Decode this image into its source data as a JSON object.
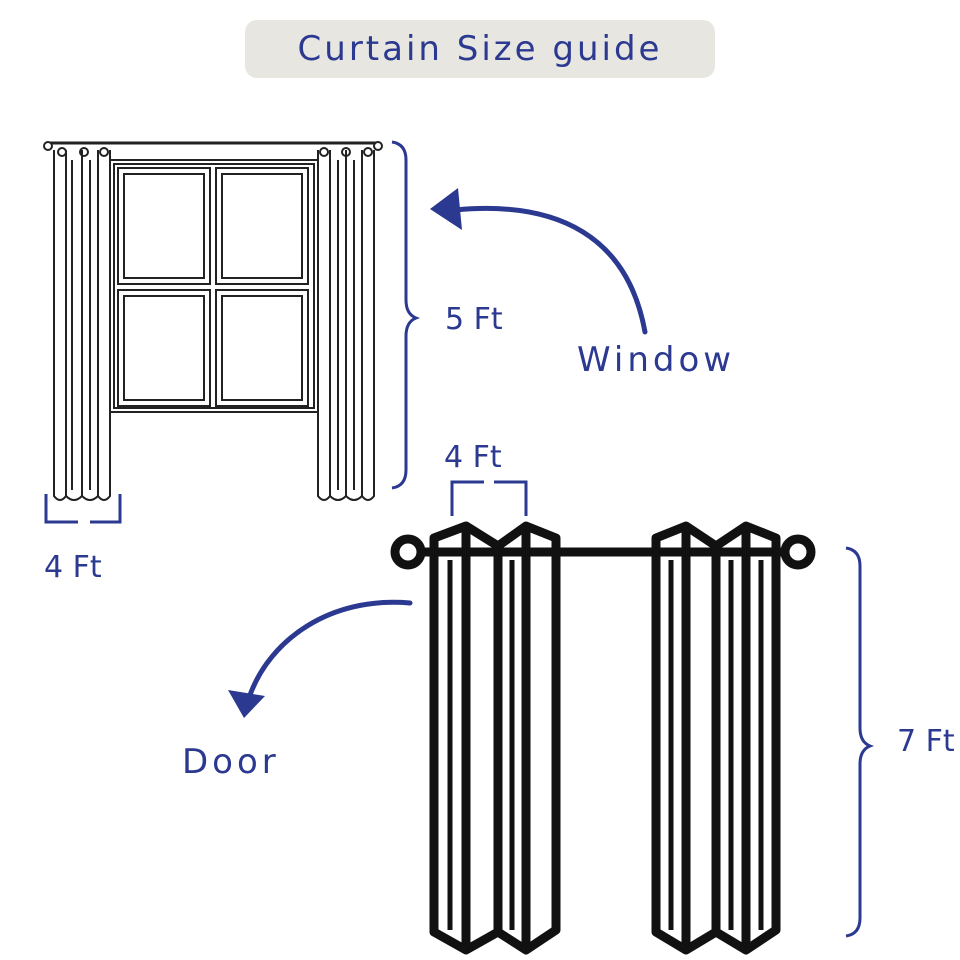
{
  "title": "Curtain Size guide",
  "window_section": {
    "name": "Window",
    "height_label": "5 Ft",
    "width_label": "4 Ft"
  },
  "door_section": {
    "name": "Door",
    "height_label": "7 Ft",
    "width_label": "4 Ft"
  },
  "colors": {
    "accent": "#2b3990",
    "title_background": "#e7e6e1",
    "line_art": "#111111"
  }
}
